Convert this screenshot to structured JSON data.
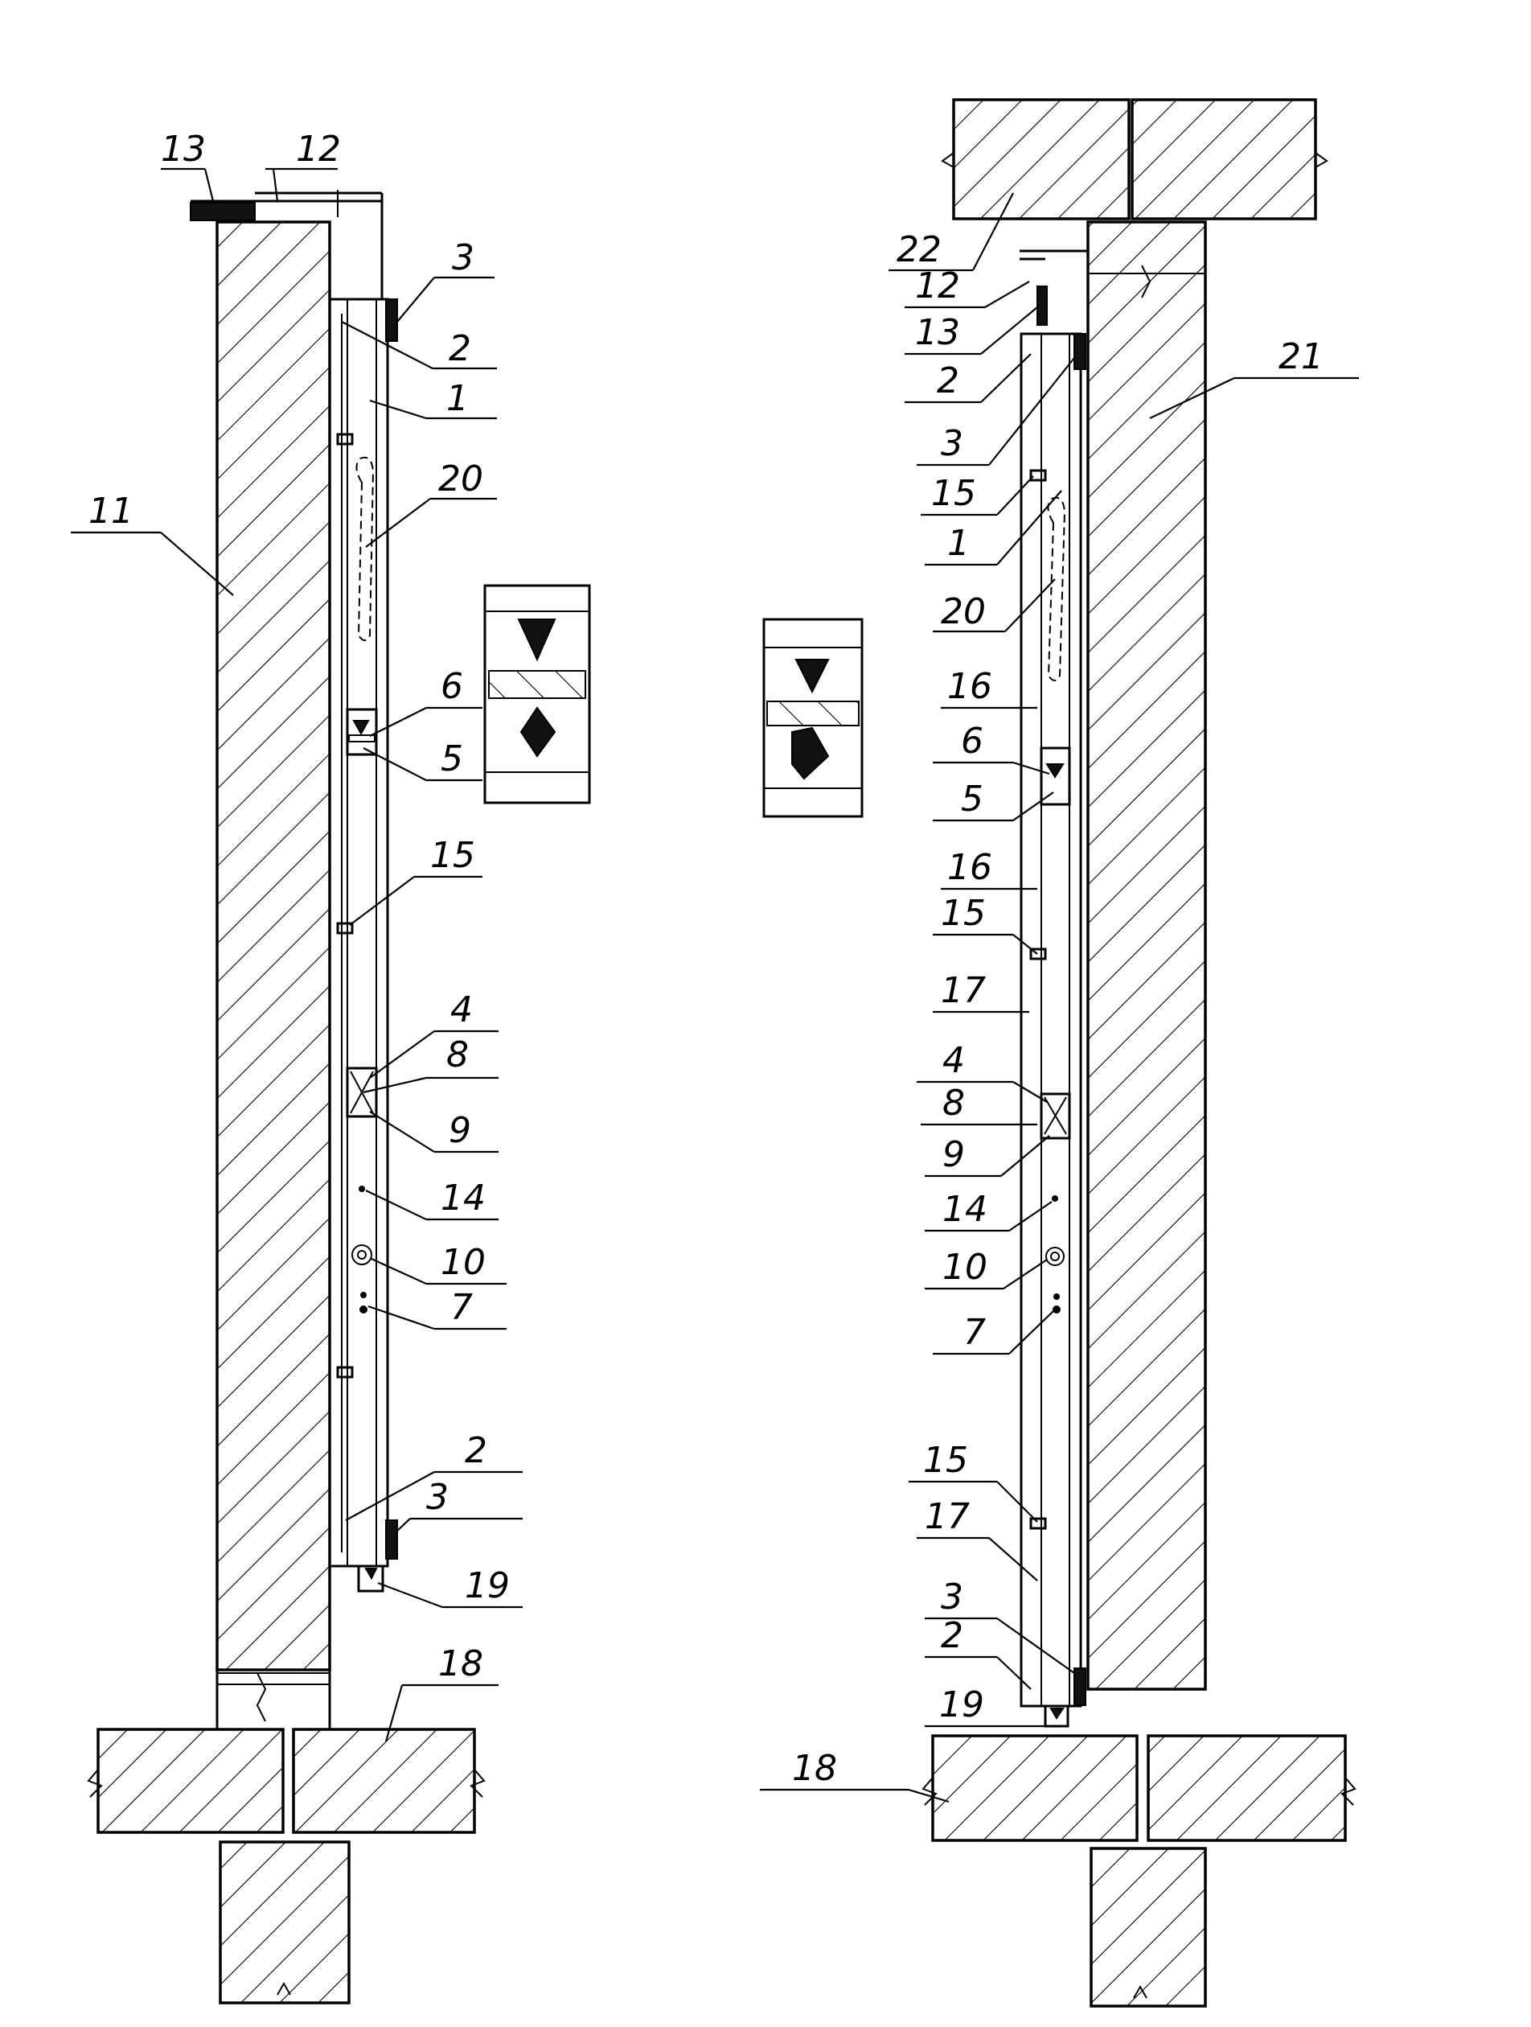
{
  "diagram": {
    "left_view": {
      "labels": [
        "13",
        "12",
        "3",
        "2",
        "1",
        "20",
        "11",
        "6",
        "5",
        "15",
        "4",
        "8",
        "9",
        "14",
        "10",
        "7",
        "2",
        "3",
        "19",
        "18"
      ]
    },
    "right_view": {
      "labels": [
        "22",
        "12",
        "13",
        "2",
        "3",
        "15",
        "1",
        "20",
        "21",
        "16",
        "6",
        "5",
        "16",
        "15",
        "17",
        "4",
        "8",
        "9",
        "14",
        "10",
        "7",
        "15",
        "17",
        "3",
        "2",
        "19",
        "18"
      ]
    }
  }
}
